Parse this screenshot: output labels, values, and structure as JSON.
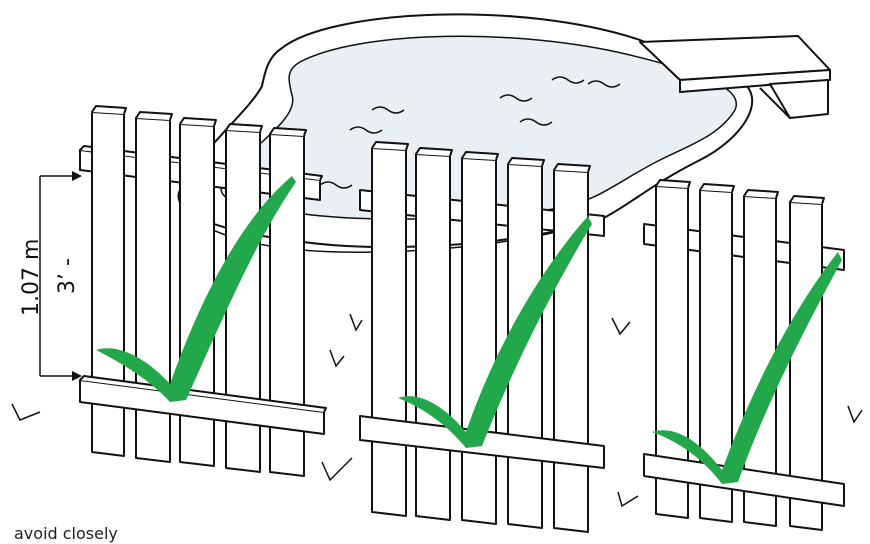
{
  "measurement": {
    "metric": "1.07 m",
    "imperial": "3’ -"
  },
  "caption": "avoid closely",
  "colors": {
    "check": "#22a74a",
    "water": "#eaeff3",
    "line": "#111111"
  },
  "check_count": 3
}
